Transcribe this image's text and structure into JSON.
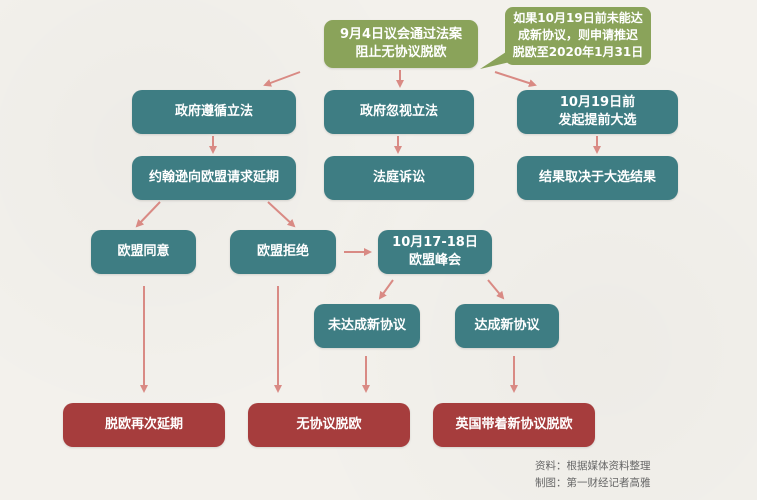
{
  "colors": {
    "teal": "#3e7d83",
    "red": "#a63d3d",
    "olive": "#8aa35a",
    "arrow": "#d98a84",
    "background": "#f3f1ec"
  },
  "nodes": {
    "top": {
      "line1": "9月4日议会通过法案",
      "line2": "阻止无协议脱欧"
    },
    "note": {
      "line1": "如果10月19日前未能达",
      "line2": "成新协议，则申请推迟",
      "line3": "脱欧至2020年1月31日"
    },
    "gov_follow": "政府遵循立法",
    "gov_ignore": "政府忽视立法",
    "election": {
      "line1": "10月19日前",
      "line2": "发起提前大选"
    },
    "johnson_request": "约翰逊向欧盟请求延期",
    "court": "法庭诉讼",
    "election_result": "结果取决于大选结果",
    "eu_agree": "欧盟同意",
    "eu_refuse": "欧盟拒绝",
    "summit": {
      "line1": "10月17-18日",
      "line2": "欧盟峰会"
    },
    "no_deal_reached": "未达成新协议",
    "deal_reached": "达成新协议",
    "brexit_delayed": "脱欧再次延期",
    "no_deal_brexit": "无协议脱欧",
    "brexit_with_deal": "英国带着新协议脱欧"
  },
  "source": {
    "line1": "资料：根据媒体资料整理",
    "line2": "制图：第一财经记者高雅"
  }
}
